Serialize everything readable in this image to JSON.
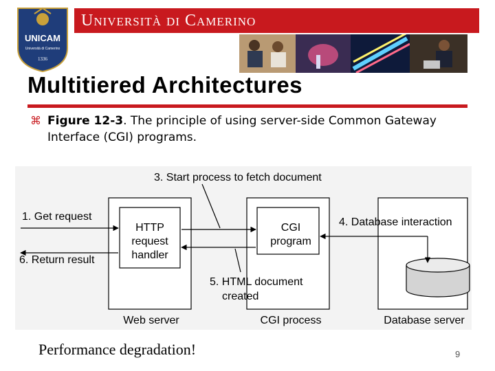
{
  "header": {
    "university_name": "Università di Camerino",
    "logo": {
      "name": "UNICAM",
      "subtitle": "Università di Camerino",
      "year": "1336"
    }
  },
  "slide": {
    "title": "Multitiered Architectures",
    "bullet": {
      "figure_ref": "Figure 12-3",
      "text": ". The principle of using server-side Common Gateway Interface (CGI) programs."
    },
    "footnote": "Performance degradation!",
    "page_number": "9"
  },
  "figure": {
    "web_server_box": {
      "label_lines": [
        "HTTP",
        "request",
        "handler"
      ],
      "caption": "Web server"
    },
    "cgi_box": {
      "label_lines": [
        "CGI",
        "program"
      ],
      "caption": "CGI process"
    },
    "db_box": {
      "caption": "Database server"
    },
    "steps": {
      "get_request": "1. Get request",
      "start_process": "3. Start process to fetch document",
      "db_interaction": "4. Database interaction",
      "html_line1": "5. HTML document",
      "html_line2": "created",
      "return_result": "6. Return result"
    }
  },
  "colors": {
    "accent": "#c8191e",
    "logo_blue": "#1f3d7a"
  }
}
